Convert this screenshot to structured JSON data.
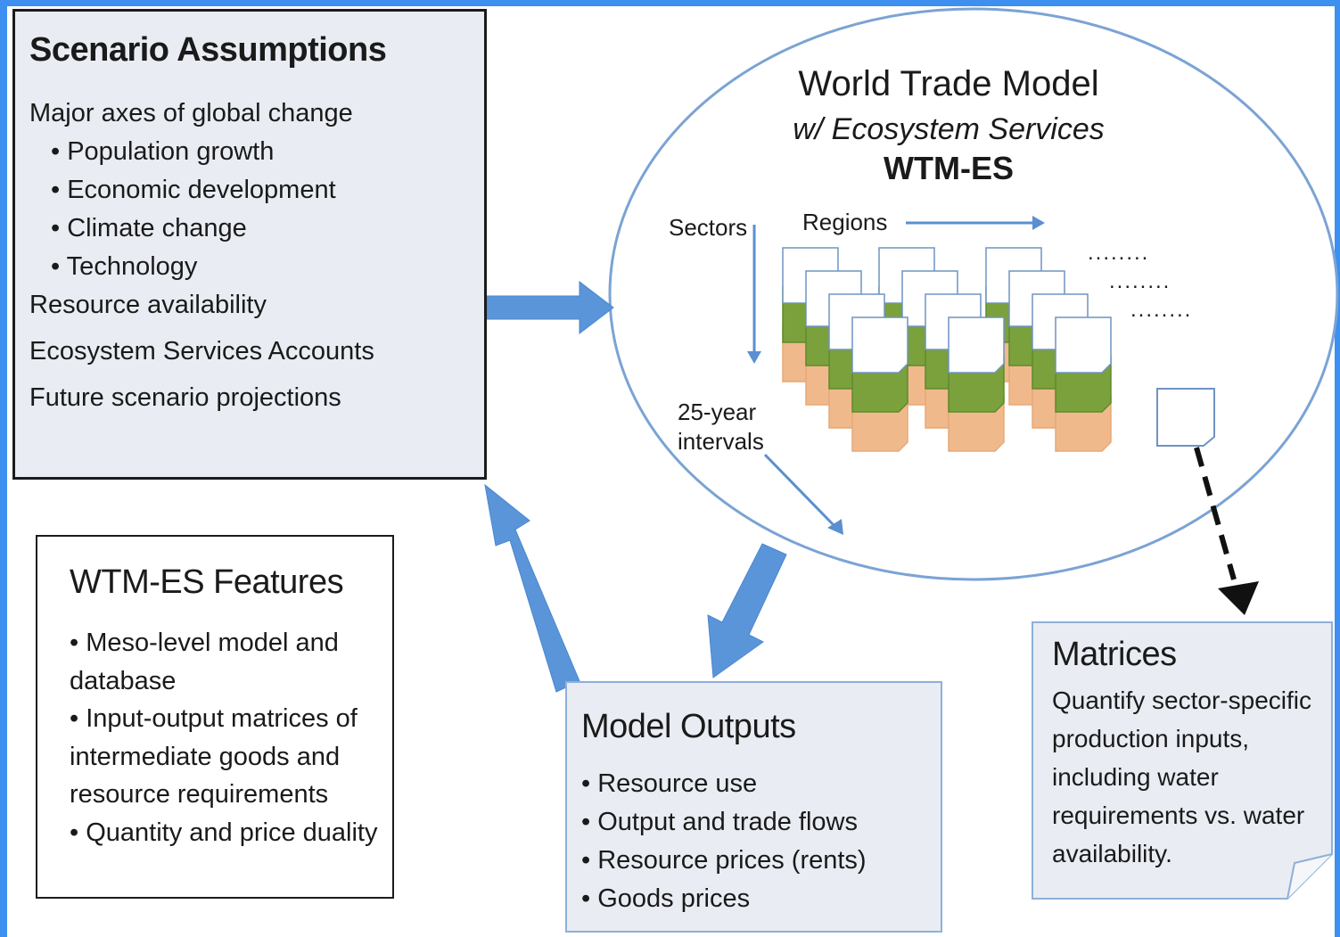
{
  "scenario": {
    "title": "Scenario Assumptions",
    "heading": "Major axes of global change",
    "bullets": [
      "• Population growth",
      "• Economic development",
      "• Climate change",
      "• Technology"
    ],
    "items": [
      "Resource availability",
      "Ecosystem Services Accounts",
      "Future scenario projections"
    ]
  },
  "wtm": {
    "title": "World Trade Model",
    "subtitle": "w/ Ecosystem  Services",
    "short": "WTM-ES",
    "sectors_label": "Sectors",
    "regions_label": "Regions",
    "intervals_label_1": "25-year",
    "intervals_label_2": "intervals",
    "dots": [
      "........",
      "........",
      "........"
    ]
  },
  "features": {
    "title": "WTM-ES Features",
    "lines": [
      "• Meso-level model and",
      "database",
      "• Input-output matrices of",
      "intermediate goods and",
      "resource requirements",
      "• Quantity and price duality"
    ]
  },
  "outputs": {
    "title": "Model Outputs",
    "bullets": [
      "• Resource use",
      "• Output and trade flows",
      "• Resource prices (rents)",
      "• Goods prices"
    ]
  },
  "matrices": {
    "title": "Matrices",
    "lines": [
      "Quantify sector-specific",
      "production inputs,",
      "including water",
      "requirements vs. water",
      "availability."
    ]
  },
  "colors": {
    "frame": "#3d8ff0",
    "arrow": "#5b95d9",
    "box_fill": "#e9edf3",
    "layer_white": "#ffffff",
    "layer_green": "#7aa13c",
    "layer_orange": "#f0b98c"
  }
}
